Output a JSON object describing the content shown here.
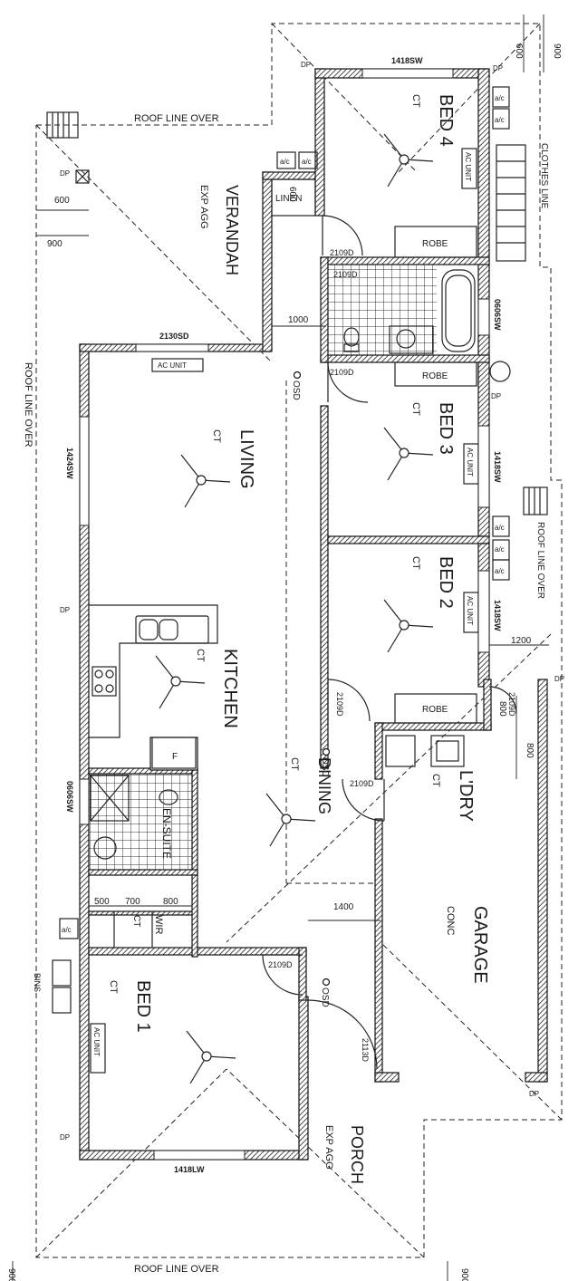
{
  "rooms": [
    {
      "id": "bed4",
      "name": "BED 4",
      "floor": "CT"
    },
    {
      "id": "bed3",
      "name": "BED 3",
      "floor": "CT"
    },
    {
      "id": "bed2",
      "name": "BED 2",
      "floor": "CT"
    },
    {
      "id": "bed1",
      "name": "BED 1",
      "floor": "CT"
    },
    {
      "id": "living",
      "name": "LIVING",
      "floor": "CT"
    },
    {
      "id": "kitchen",
      "name": "KITCHEN",
      "floor": "CT"
    },
    {
      "id": "dining",
      "name": "DINING",
      "floor": "CT"
    },
    {
      "id": "laundry",
      "name": "L'DRY",
      "floor": "CT"
    },
    {
      "id": "garage",
      "name": "GARAGE",
      "floor": "CONC"
    },
    {
      "id": "verandah",
      "name": "VERANDAH",
      "floor": "EXP AGG"
    },
    {
      "id": "porch",
      "name": "PORCH",
      "floor": "EXP AGG"
    },
    {
      "id": "ensuite",
      "name": "EN-SUITE",
      "floor": ""
    },
    {
      "id": "wir",
      "name": "WIR",
      "floor": "CT"
    }
  ],
  "fixtures": {
    "linen": "LINEN",
    "robe": "ROBE",
    "ac_unit": "AC UNIT",
    "fridge": "F",
    "bins": "BINS",
    "clothes_line": "CLOTHES LINE",
    "roof_line_over": "ROOF LINE OVER",
    "downpipe": "DP",
    "ac_condenser": "a/c",
    "osd": "OSD"
  },
  "windows": {
    "bed4": "1418SW",
    "living_top": "2130SD",
    "living_left": "1424SW",
    "bath": "0606SW",
    "bed3": "1418SW",
    "bed2": "1418SW",
    "ensuite": "0606SW",
    "bed1": "1418LW"
  },
  "doors": {
    "d_bed4": "2109D",
    "d_bath1": "2109D",
    "d_bath2": "2109D",
    "d_bed2": "2109D",
    "d_dining": "2109D",
    "d_laundry": "2109D",
    "d_bed1": "2109D",
    "d_entry": "2113D"
  },
  "dimensions": {
    "d600a": "600",
    "d900a": "900",
    "d600b": "600",
    "d900b": "900",
    "d600c": "600",
    "d1000": "1000",
    "d1200": "1200",
    "d800a": "800",
    "d800b": "800",
    "d1400": "1400",
    "d500": "500",
    "d700": "700",
    "d800c": "800",
    "d900c": "900",
    "d900d": "900"
  }
}
